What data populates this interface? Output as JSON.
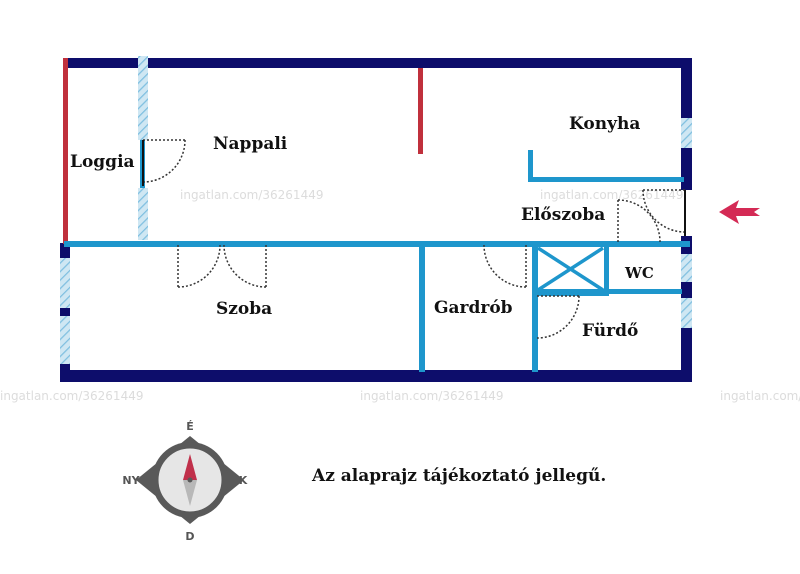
{
  "rooms": {
    "loggia": "Loggia",
    "nappali": "Nappali",
    "konyha": "Konyha",
    "eloszoba": "Előszoba",
    "szoba": "Szoba",
    "gardrob": "Gardrób",
    "wc": "WC",
    "furdo": "Fürdő"
  },
  "watermark": "ingatlan.com/36261449",
  "compass": {
    "north": "É",
    "south": "D",
    "east": "K",
    "west": "NY"
  },
  "note": "Az alaprajz tájékoztató jellegű.",
  "colors": {
    "outer_wall": "#0d0d6b",
    "inner_wall": "#1e96cc",
    "red_wall": "#c0303c",
    "window": "#a9d4ea",
    "entrance_arrow": "#d42a55",
    "compass_needle": "#c0304a"
  },
  "icons": {
    "entrance": "entrance-arrow-icon",
    "compass": "compass-icon"
  }
}
